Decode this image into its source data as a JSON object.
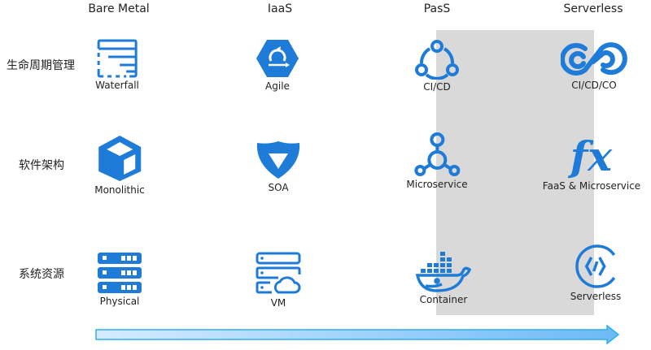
{
  "columns": [
    "Bare Metal",
    "IaaS",
    "PasS",
    "Serverless"
  ],
  "rows": [
    {
      "label": "生命周期管理",
      "cells": [
        {
          "icon": "waterfall-icon",
          "label": "Waterfall"
        },
        {
          "icon": "agile-icon",
          "label": "Agile"
        },
        {
          "icon": "ci-cd-icon",
          "label": "CI/CD"
        },
        {
          "icon": "ci-cd-co-icon",
          "label": "CI/CD/CO"
        }
      ]
    },
    {
      "label": "软件架构",
      "cells": [
        {
          "icon": "monolithic-cube-icon",
          "label": "Monolithic"
        },
        {
          "icon": "soa-shield-icon",
          "label": "SOA"
        },
        {
          "icon": "microservice-icon",
          "label": "Microservice"
        },
        {
          "icon": "fx-function-icon",
          "label": "FaaS & Microservice"
        }
      ]
    },
    {
      "label": "系统资源",
      "cells": [
        {
          "icon": "physical-server-icon",
          "label": "Physical"
        },
        {
          "icon": "vm-cloud-server-icon",
          "label": "VM"
        },
        {
          "icon": "container-docker-icon",
          "label": "Container"
        },
        {
          "icon": "serverless-code-icon",
          "label": "Serverless"
        }
      ]
    }
  ],
  "colors": {
    "icon": "#1e7bd8",
    "highlight_band": "#d9d9d9",
    "arrow_fill_start": "#d6ebff",
    "arrow_fill_end": "#6db9f5",
    "arrow_stroke": "#2bb0ee"
  }
}
